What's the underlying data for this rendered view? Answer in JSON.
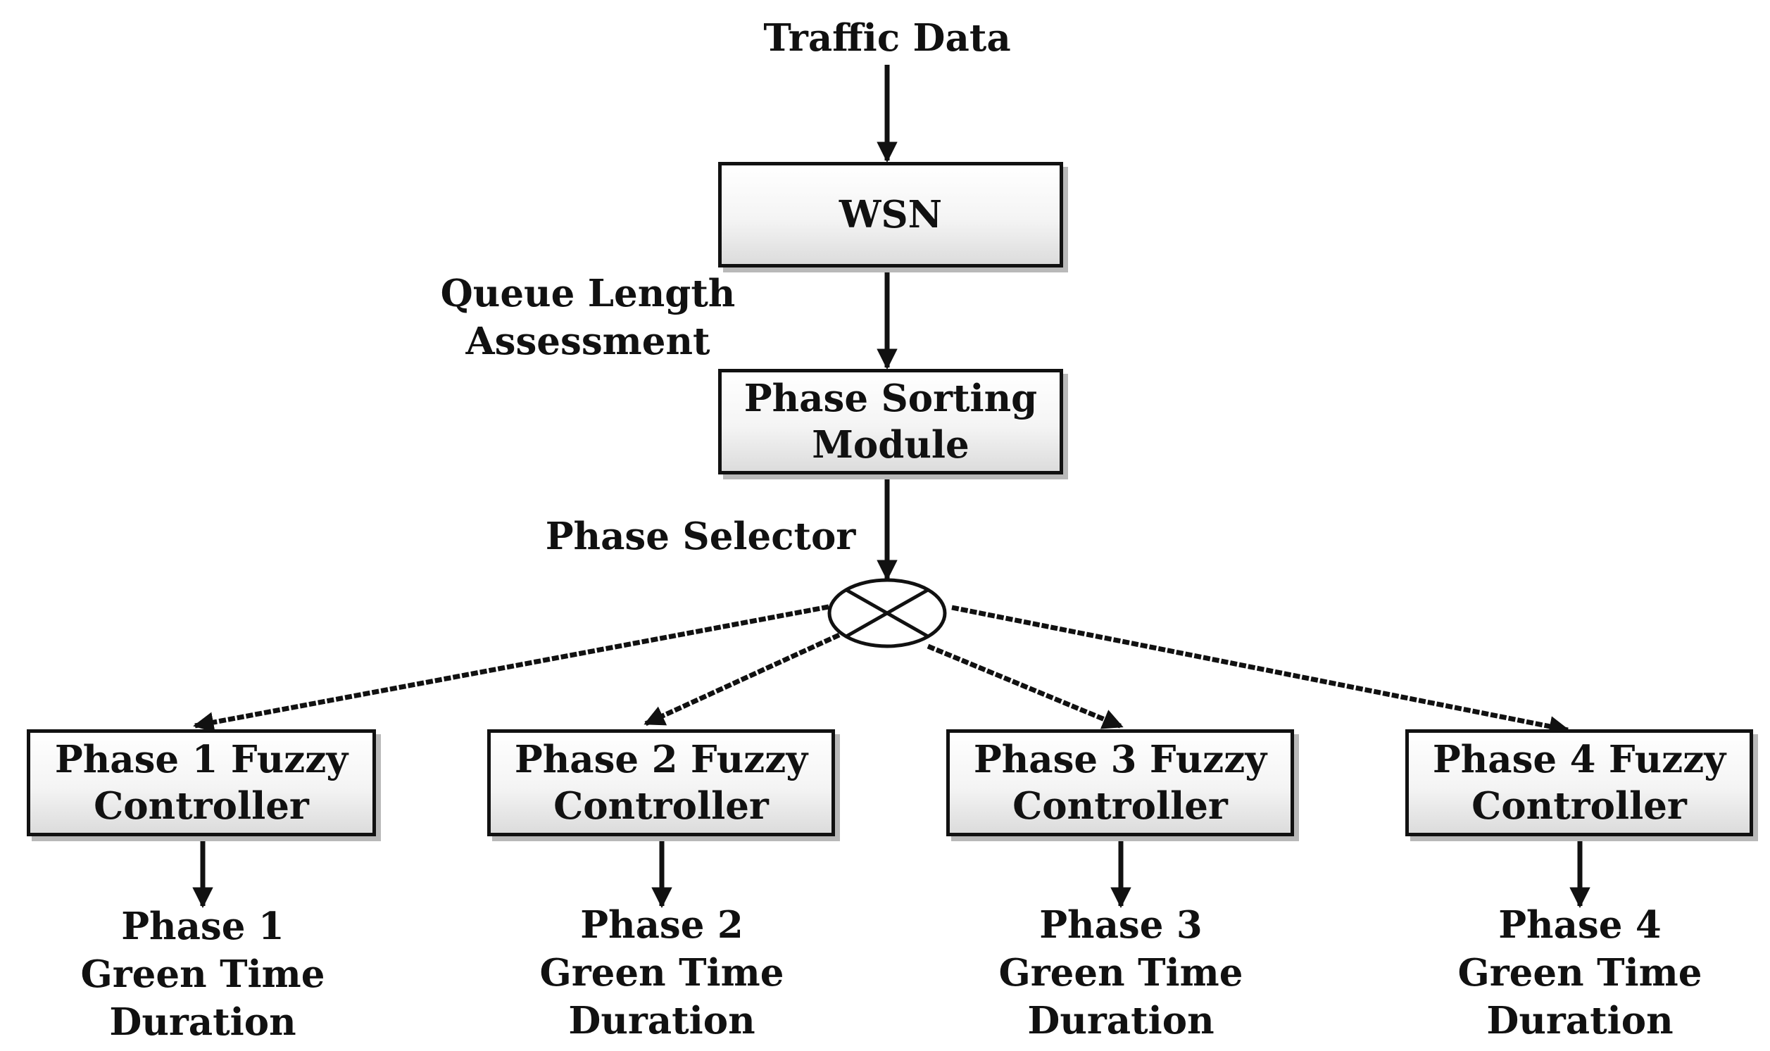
{
  "input_label": "Traffic Data",
  "wsn_box": {
    "label": "WSN"
  },
  "queue_label": {
    "line1": "Queue Length",
    "line2": "Assessment"
  },
  "sorting_box": {
    "line1": "Phase Sorting",
    "line2": "Module"
  },
  "selector_label": "Phase Selector",
  "controllers": [
    {
      "line1": "Phase 1 Fuzzy",
      "line2": "Controller"
    },
    {
      "line1": "Phase 2 Fuzzy",
      "line2": "Controller"
    },
    {
      "line1": "Phase 3 Fuzzy",
      "line2": "Controller"
    },
    {
      "line1": "Phase 4 Fuzzy",
      "line2": "Controller"
    }
  ],
  "outputs": [
    {
      "line1": "Phase 1",
      "line2": "Green Time",
      "line3": "Duration"
    },
    {
      "line1": "Phase 2",
      "line2": "Green Time",
      "line3": "Duration"
    },
    {
      "line1": "Phase 3",
      "line2": "Green Time",
      "line3": "Duration"
    },
    {
      "line1": "Phase 4",
      "line2": "Green Time",
      "line3": "Duration"
    }
  ],
  "colors": {
    "stroke": "#111111",
    "shadow": "#b9b9b9"
  }
}
